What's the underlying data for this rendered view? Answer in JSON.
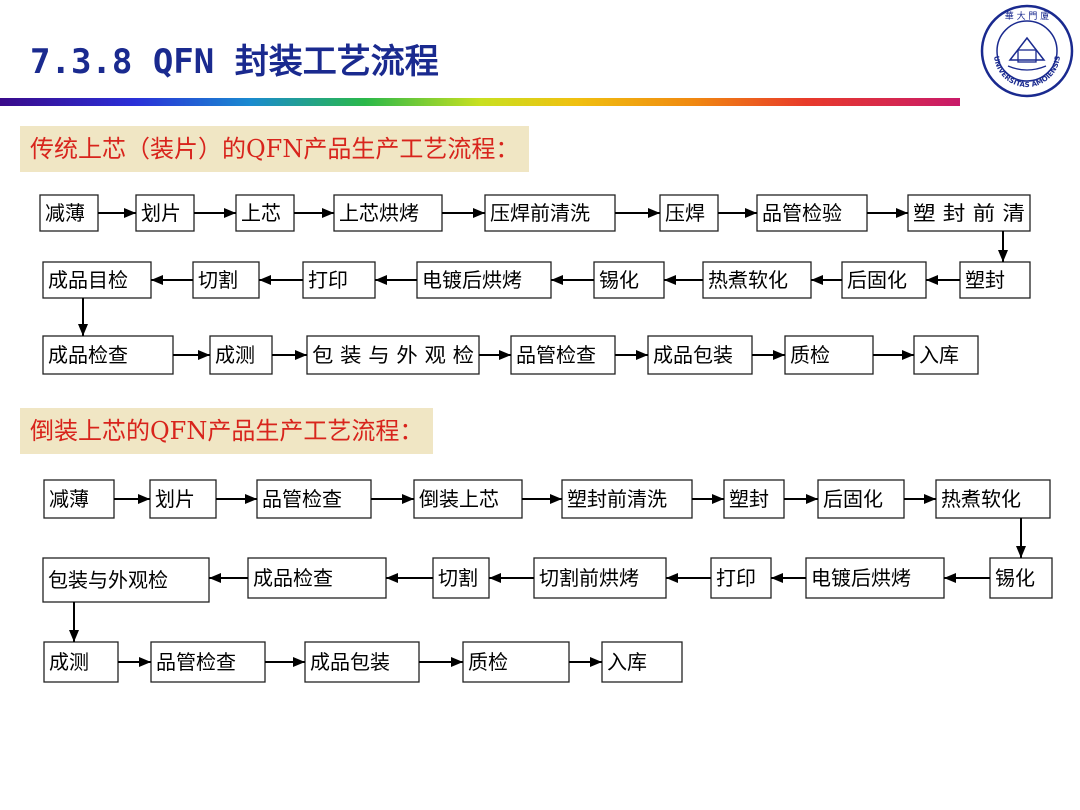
{
  "slide": {
    "title": "7.3.8 QFN 封装工艺流程"
  },
  "logo": {
    "top_text": "華 大 門 廈",
    "bottom_text": "UNIVERSITAS AMOIENSIS"
  },
  "sections": [
    {
      "heading": "传统上芯（装片）的QFN产品生产工艺流程：",
      "rows": [
        [
          "减薄",
          "划片",
          "上芯",
          "上芯烘烤",
          "压焊前清洗",
          "压焊",
          "品管检验",
          "塑 封 前 清"
        ],
        [
          "塑封",
          "后固化",
          "热煮软化",
          "锡化",
          "电镀后烘烤",
          "打印",
          "切割",
          "成品目检"
        ],
        [
          "成品检查",
          "成测",
          "包 装 与 外 观 检",
          "品管检查",
          "成品包装",
          "质检",
          "入库"
        ]
      ]
    },
    {
      "heading": "倒装上芯的QFN产品生产工艺流程：",
      "rows": [
        [
          "减薄",
          "划片",
          "品管检查",
          "倒装上芯",
          "塑封前清洗",
          "塑封",
          "后固化",
          "热煮软化"
        ],
        [
          "锡化",
          "电镀后烘烤",
          "打印",
          "切割前烘烤",
          "切割",
          "成品检查",
          "包装与外观检"
        ],
        [
          "成测",
          "品管检查",
          "成品包装",
          "质检",
          "入库"
        ]
      ]
    }
  ]
}
